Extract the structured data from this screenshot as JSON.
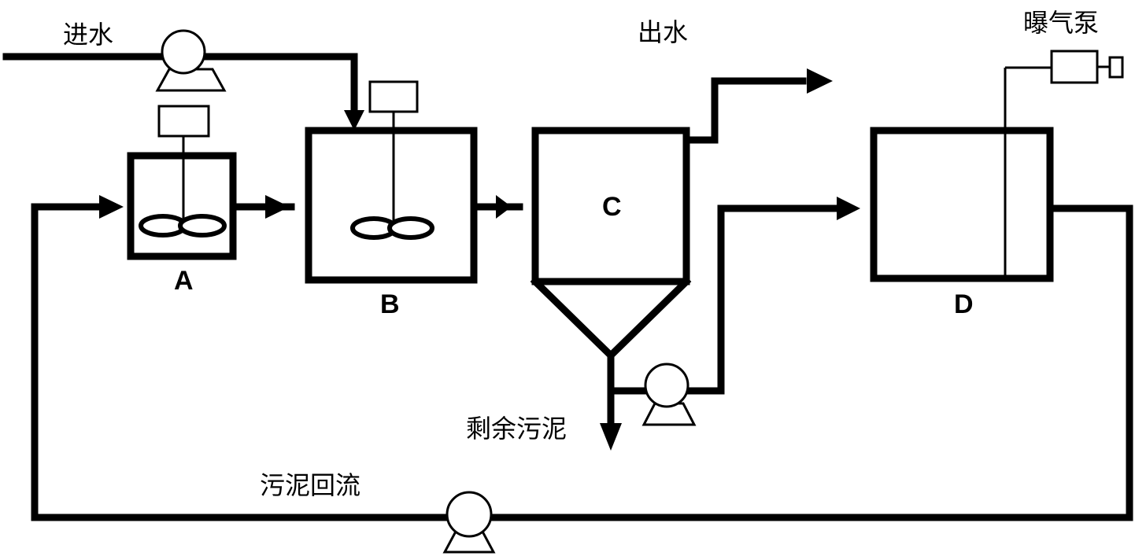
{
  "diagram": {
    "type": "wastewater-treatment-process-flow",
    "labels": {
      "influent": "进水",
      "effluent": "出水",
      "aeration_pump": "曝气泵",
      "excess_sludge": "剩余污泥",
      "sludge_return": "污泥回流"
    },
    "units": {
      "A": "A",
      "B": "B",
      "C": "C",
      "D": "D"
    },
    "colors": {
      "line": "#000000",
      "background": "#ffffff"
    }
  }
}
